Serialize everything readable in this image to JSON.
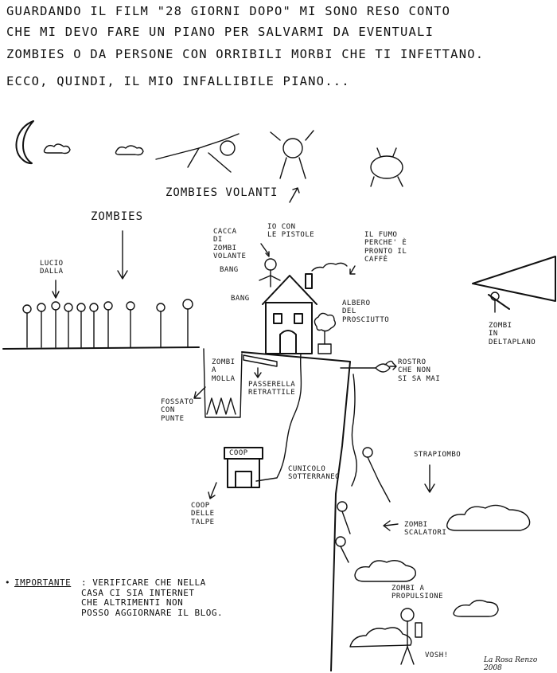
{
  "intro": [
    "GUARDANDO IL FILM \"28 GIORNI DOPO\" MI SONO RESO CONTO",
    "CHE MI DEVO FARE UN PIANO PER SALVARMI DA EVENTUALI",
    "ZOMBIES O DA PERSONE CON ORRIBILI MORBI CHE TI INFETTANO.",
    "ECCO, QUINDI, IL MIO INFALLIBILE PIANO..."
  ],
  "labels": {
    "zombies_volanti": "ZOMBIES VOLANTI",
    "zombies": "ZOMBIES",
    "lucio_dalla": "LUCIO\nDALLA",
    "cacca": "CACCA\nDI\nZOMBI\nVOLANTE",
    "io_con_pistole": "IO CON\nLE PISTOLE",
    "fumo": "IL FUMO\nPERCHE' È\nPRONTO IL\nCAFFÈ",
    "bang_1": "BANG",
    "bang_2": "BANG",
    "albero": "ALBERO\nDEL\nPROSCIUTTO",
    "zombi_deltaplano": "ZOMBI\nIN\nDELTAPLANO",
    "zombi_molla": "ZOMBI\nA\nMOLLA",
    "passerella": "PASSERELLA\nRETRATTILE",
    "rostro": "ROSTRO\nCHE NON\nSI SA MAI",
    "fossato": "FOSSATO\nCON\nPUNTE",
    "coop_sign": "COOP",
    "cunicolo": "CUNICOLO\nSOTTERRANEO",
    "strapiombo": "STRAPIOMBO",
    "coop_talpe": "COOP\nDELLE\nTALPE",
    "zombi_scalatori": "ZOMBI\nSCALATORI",
    "zombi_propulsione": "ZOMBI A\nPROPULSIONE",
    "vosh": "VOSH!"
  },
  "important": {
    "bullet": "•",
    "keyword": "IMPORTANTE",
    "text": ": VERIFICARE CHE NELLA\nCASA CI SIA INTERNET\nCHE ALTRIMENTI NON\nPOSSO AGGIORNARE IL BLOG."
  },
  "signature": "La Rosa Renzo 2008",
  "ink_color": "#111111",
  "background_color": "#ffffff"
}
